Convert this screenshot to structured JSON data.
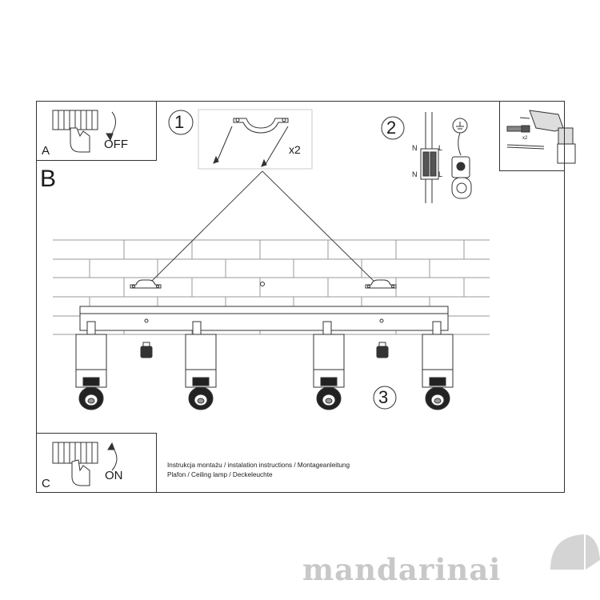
{
  "steps": {
    "step1": "1",
    "step2": "2",
    "step3": "3"
  },
  "sections": {
    "a": "A",
    "b": "B",
    "c": "C"
  },
  "power": {
    "off_label": "OFF",
    "on_label": "ON"
  },
  "bracket_count": "x2",
  "anchor_count": "x2",
  "wiring": {
    "n_top": "N",
    "l_top": "L",
    "n_bottom": "N",
    "l_bottom": "L"
  },
  "instructions": {
    "line1": "Instrukcja montażu / instalation instructions / Montageanleitung",
    "line2": "Plafon / Ceiling lamp / Deckeleuchte"
  },
  "watermark": "mandarinai"
}
